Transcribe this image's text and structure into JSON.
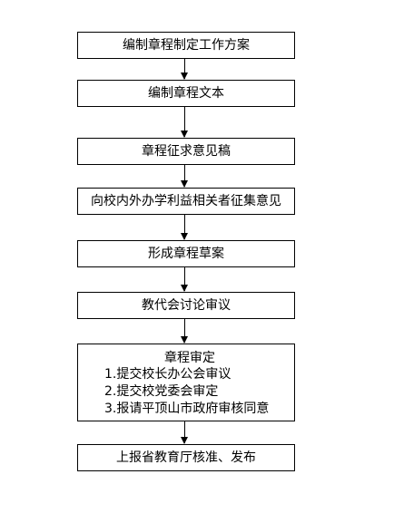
{
  "flowchart": {
    "steps": [
      {
        "label": "编制章程制定工作方案"
      },
      {
        "label": "编制章程文本"
      },
      {
        "label": "章程征求意见稿"
      },
      {
        "label": "向校内外办学利益相关者征集意见"
      },
      {
        "label": "形成章程草案"
      },
      {
        "label": "教代会讨论审议"
      },
      {
        "label": "章程审定",
        "items": [
          "1.提交校长办公会审议",
          "2.提交校党委会审定",
          "3.报请平顶山市政府审核同意"
        ]
      },
      {
        "label": "上报省教育厅核准、发布"
      }
    ]
  }
}
